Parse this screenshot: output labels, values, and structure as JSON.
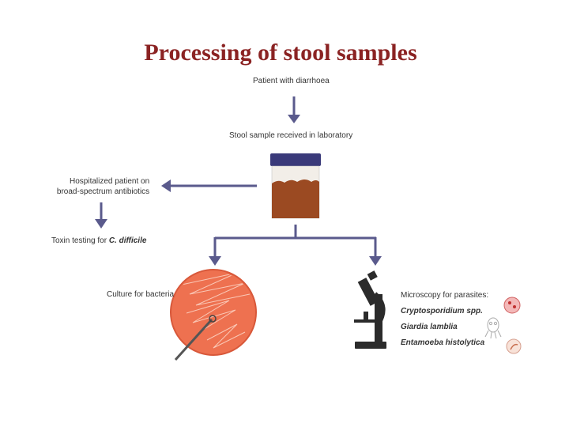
{
  "title": "Processing of stool samples",
  "nodes": {
    "patient": "Patient with diarrhoea",
    "received": "Stool sample received in laboratory",
    "hospitalized_line1": "Hospitalized patient on",
    "hospitalized_line2": "broad-spectrum antibiotics",
    "toxin_prefix": "Toxin testing for ",
    "toxin_organism": "C. difficile",
    "culture": "Culture for bacteria",
    "microscopy_heading": "Microscopy for parasites:",
    "parasites": [
      "Cryptosporidium spp.",
      "Giardia lamblia",
      "Entamoeba histolytica"
    ]
  },
  "colors": {
    "title": "#8b2323",
    "arrow": "#5a5a8c",
    "jar_lid": "#3a3a7a",
    "stool": "#9b4a22",
    "agar": "#ee7150",
    "microscope": "#2b2b2b"
  },
  "icons": [
    "specimen-jar-icon",
    "petri-dish-icon",
    "inoculating-loop-icon",
    "microscope-icon",
    "cryptosporidium-icon",
    "giardia-icon",
    "entamoeba-icon"
  ]
}
